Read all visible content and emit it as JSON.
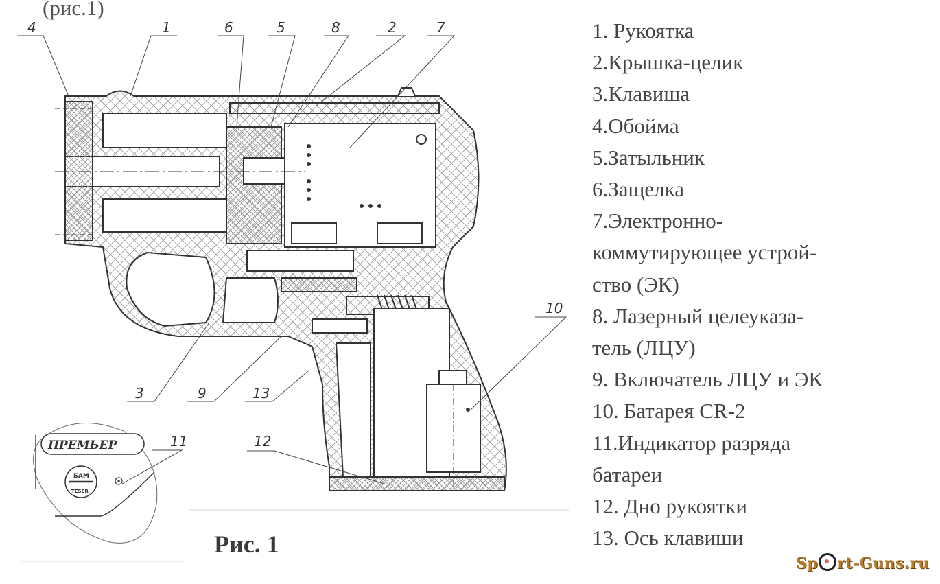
{
  "header": {
    "reference": "(рис.1)"
  },
  "figure": {
    "caption": "Рис. 1",
    "callouts": [
      "1",
      "2",
      "3",
      "4",
      "5",
      "6",
      "7",
      "8",
      "9",
      "10",
      "11",
      "12",
      "13"
    ],
    "badge_text": "ПРЕМЬЕР",
    "emblem_top": "БАМ",
    "emblem_bottom": "TESER"
  },
  "legend": {
    "items": [
      "1. Рукоятка",
      "2.Крышка-целик",
      "3.Клавиша",
      "4.Обойма",
      "5.Затыльник",
      "6.Защелка",
      "7.Электронно-\nкоммутирующее устрой-\nство (ЭК)",
      "8. Лазерный целеуказа-\nтель (ЛЦУ)",
      "9. Включатель ЛЦУ и ЭК",
      "10. Батарея CR-2",
      "11.Индикатор разряда\nбатареи",
      "12. Дно рукоятки",
      "13. Ось клавиши"
    ]
  },
  "watermark": {
    "prefix": "Sp",
    "suffix": "rt-Guns.ru",
    "color": "#b57b2a"
  }
}
